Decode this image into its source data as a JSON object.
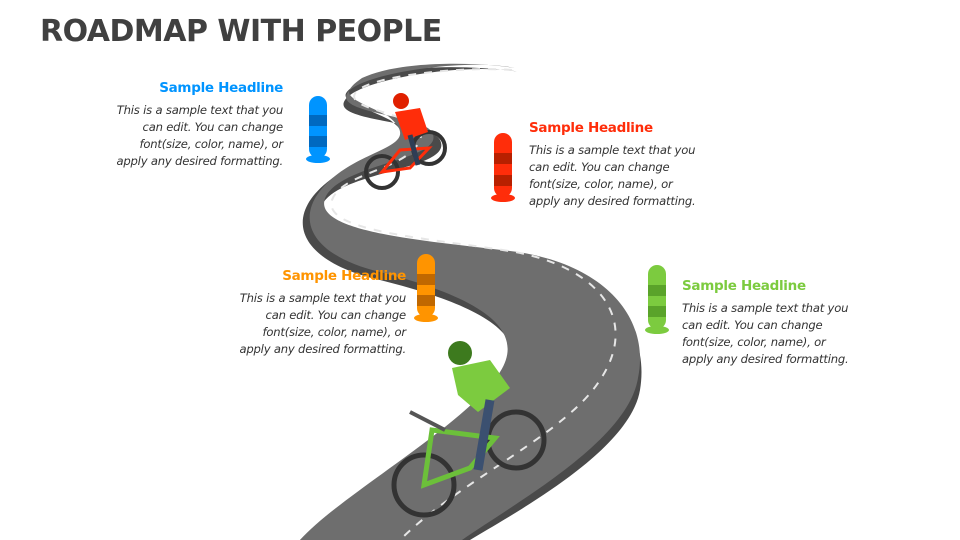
{
  "slide": {
    "title": "ROADMAP WITH PEOPLE"
  },
  "colors": {
    "blue": "#0094FF",
    "red": "#FF2D0A",
    "orange": "#FF9400",
    "green": "#7CCB3F",
    "road": "#6E6E6E",
    "road_edge": "#4A4A4A",
    "title": "#404040"
  },
  "callouts": [
    {
      "id": "blue",
      "headline": "Sample Headline",
      "body": "This is a sample text that you can edit. You can change font(size, color, name), or apply any desired formatting.",
      "color": "#0094FF",
      "align": "right"
    },
    {
      "id": "red",
      "headline": "Sample Headline",
      "body": "This is a sample text that you can edit. You can change font(size, color, name), or apply any desired formatting.",
      "color": "#FF2D0A",
      "align": "left"
    },
    {
      "id": "orange",
      "headline": "Sample Headline",
      "body": "This is a sample text that you can edit. You can change font(size, color, name), or apply any desired formatting.",
      "color": "#FF9400",
      "align": "right"
    },
    {
      "id": "green",
      "headline": "Sample Headline",
      "body": "This is a sample text that you can edit. You can change font(size, color, name), or apply any desired formatting.",
      "color": "#7CCB3F",
      "align": "left"
    }
  ],
  "illustration": {
    "road": "winding-road",
    "markers": [
      "blue-bollard",
      "red-bollard",
      "orange-bollard",
      "green-bollard"
    ],
    "cyclists": [
      "cyclist-red-shirt",
      "cyclist-green-shirt"
    ]
  }
}
